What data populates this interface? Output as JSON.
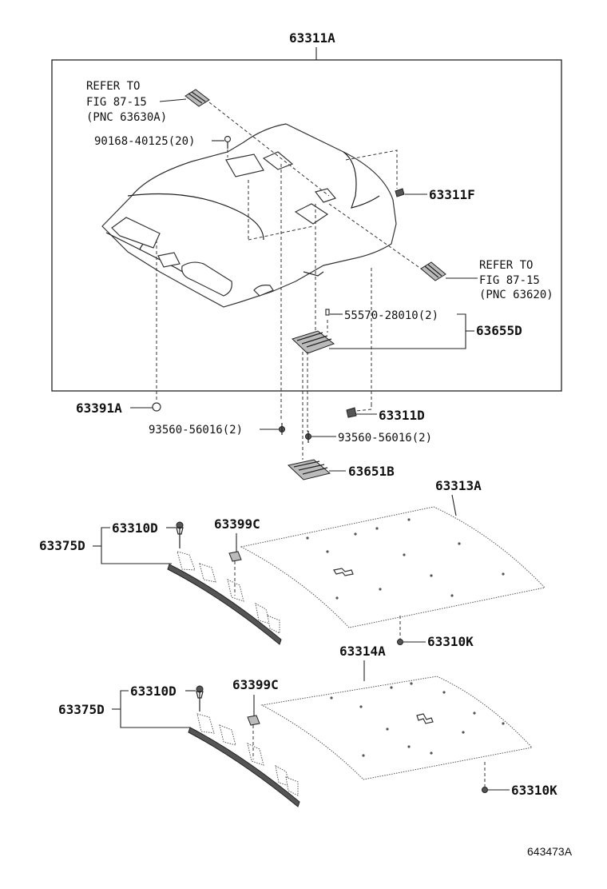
{
  "labels": {
    "main_assembly": "63311A",
    "refer_top_1": "REFER TO",
    "refer_top_2": "FIG 87-15",
    "refer_top_3": "(PNC 63630A)",
    "screw_90168": "90168-40125(20)",
    "part_63311F": "63311F",
    "refer_right_1": "REFER TO",
    "refer_right_2": "FIG 87-15",
    "refer_right_3": "(PNC 63620)",
    "bulb_55570": "55570-28010(2)",
    "part_63655D": "63655D",
    "part_63391A": "63391A",
    "part_63311D": "63311D",
    "clip_93560_a": "93560-56016(2)",
    "clip_93560_b": "93560-56016(2)",
    "part_63651B": "63651B",
    "part_63313A": "63313A",
    "part_63310D_a": "63310D",
    "part_63375D_a": "63375D",
    "part_63399C_a": "63399C",
    "part_63310K_a": "63310K",
    "part_63314A": "63314A",
    "part_63310D_b": "63310D",
    "part_63375D_b": "63375D",
    "part_63399C_b": "63399C",
    "part_63310K_b": "63310K",
    "diagram_id": "643473A"
  }
}
